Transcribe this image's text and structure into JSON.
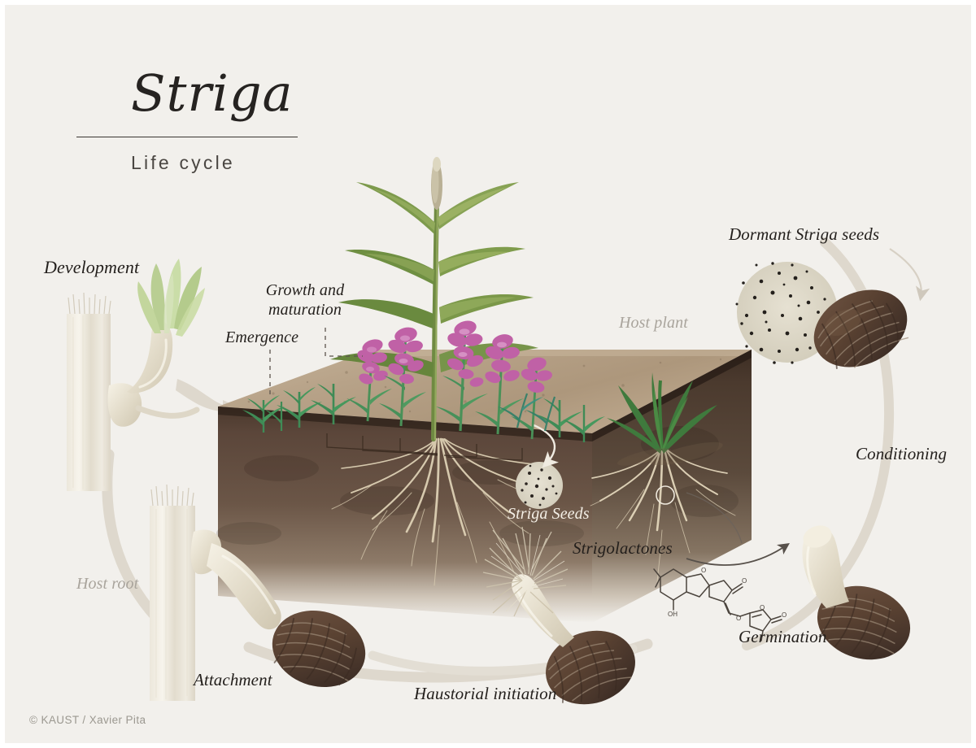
{
  "meta": {
    "title": "Striga",
    "subtitle": "Life cycle",
    "credit": "© KAUST / Xavier Pita",
    "background_color": "#f2f0ec",
    "frame_color": "#ffffff",
    "text_color": "#231f1c",
    "muted_text_color": "#a9a49c",
    "on_soil_text_color": "#f4efe6",
    "cycle_arrow_color": "#ded8cd",
    "thin_arrow_color": "#ddd7cc",
    "dark_arrow_color": "#57504a"
  },
  "stages": {
    "dormant_seeds": "Dormant Striga seeds",
    "conditioning": "Conditioning",
    "germination": "Germination",
    "haustorial_initiation": "Haustorial initiation",
    "attachment": "Attachment",
    "development": "Development",
    "emergence": "Emergence",
    "growth_line1": "Growth and",
    "growth_line2": "maturation"
  },
  "annotations": {
    "host_plant": "Host plant",
    "host_root": "Host root",
    "striga_seeds": "Striga Seeds",
    "strigolactones": "Strigolactones"
  },
  "chemistry": {
    "molecule_name": "Strigolactones",
    "hydroxyl_label": "OH",
    "oxygen_labels": [
      "O",
      "O",
      "O",
      "O",
      "O"
    ]
  },
  "scene": {
    "soil_top_color": "#b39e85",
    "soil_body_color": "#584437",
    "soil_fade_color": "#f4f1ec",
    "striga_flower_color": "#c061a6",
    "host_leaf_color": "#3f7a3d",
    "infected_leaf_color": "#8a9a55",
    "seed_coat_color": "#5a4434",
    "radicle_color": "#e8e2d3",
    "root_color": "#d9cbb2",
    "seed_speckle_color": "#2b2521",
    "seed_patch_color": "#ddd8c9"
  }
}
